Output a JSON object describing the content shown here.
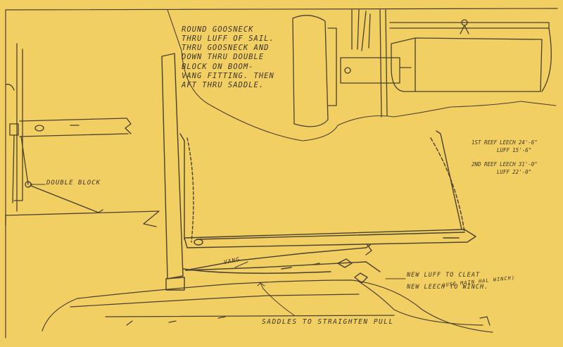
{
  "colors": {
    "paper": "#f2cf63",
    "ink": "#4a4030"
  },
  "notes": {
    "rigging_instructions": [
      "Round Goosneck",
      "Thru Luff of Sail.",
      "Thru Goosneck and",
      "Down Thru Double",
      "Block on Boom-",
      "vang Fitting. Then",
      "Aft Thru Saddle."
    ],
    "double_block": "Double Block",
    "vang": "Vang",
    "saddles": "Saddles To Straighten Pull",
    "new_luff": "New Luff to Cleat",
    "new_leech": "New Leech to Winch.",
    "halyard_winch": "(Use Main Hal Winch)"
  },
  "reef_table": [
    {
      "reef": "1st Reef",
      "rows": [
        {
          "label": "Leech",
          "value": "24'-6\""
        },
        {
          "label": "Luff",
          "value": "15'-6\""
        }
      ]
    },
    {
      "reef": "2nd Reef",
      "rows": [
        {
          "label": "Leech",
          "value": "31'-0\""
        },
        {
          "label": "Luff",
          "value": "22'-0\""
        }
      ]
    }
  ]
}
